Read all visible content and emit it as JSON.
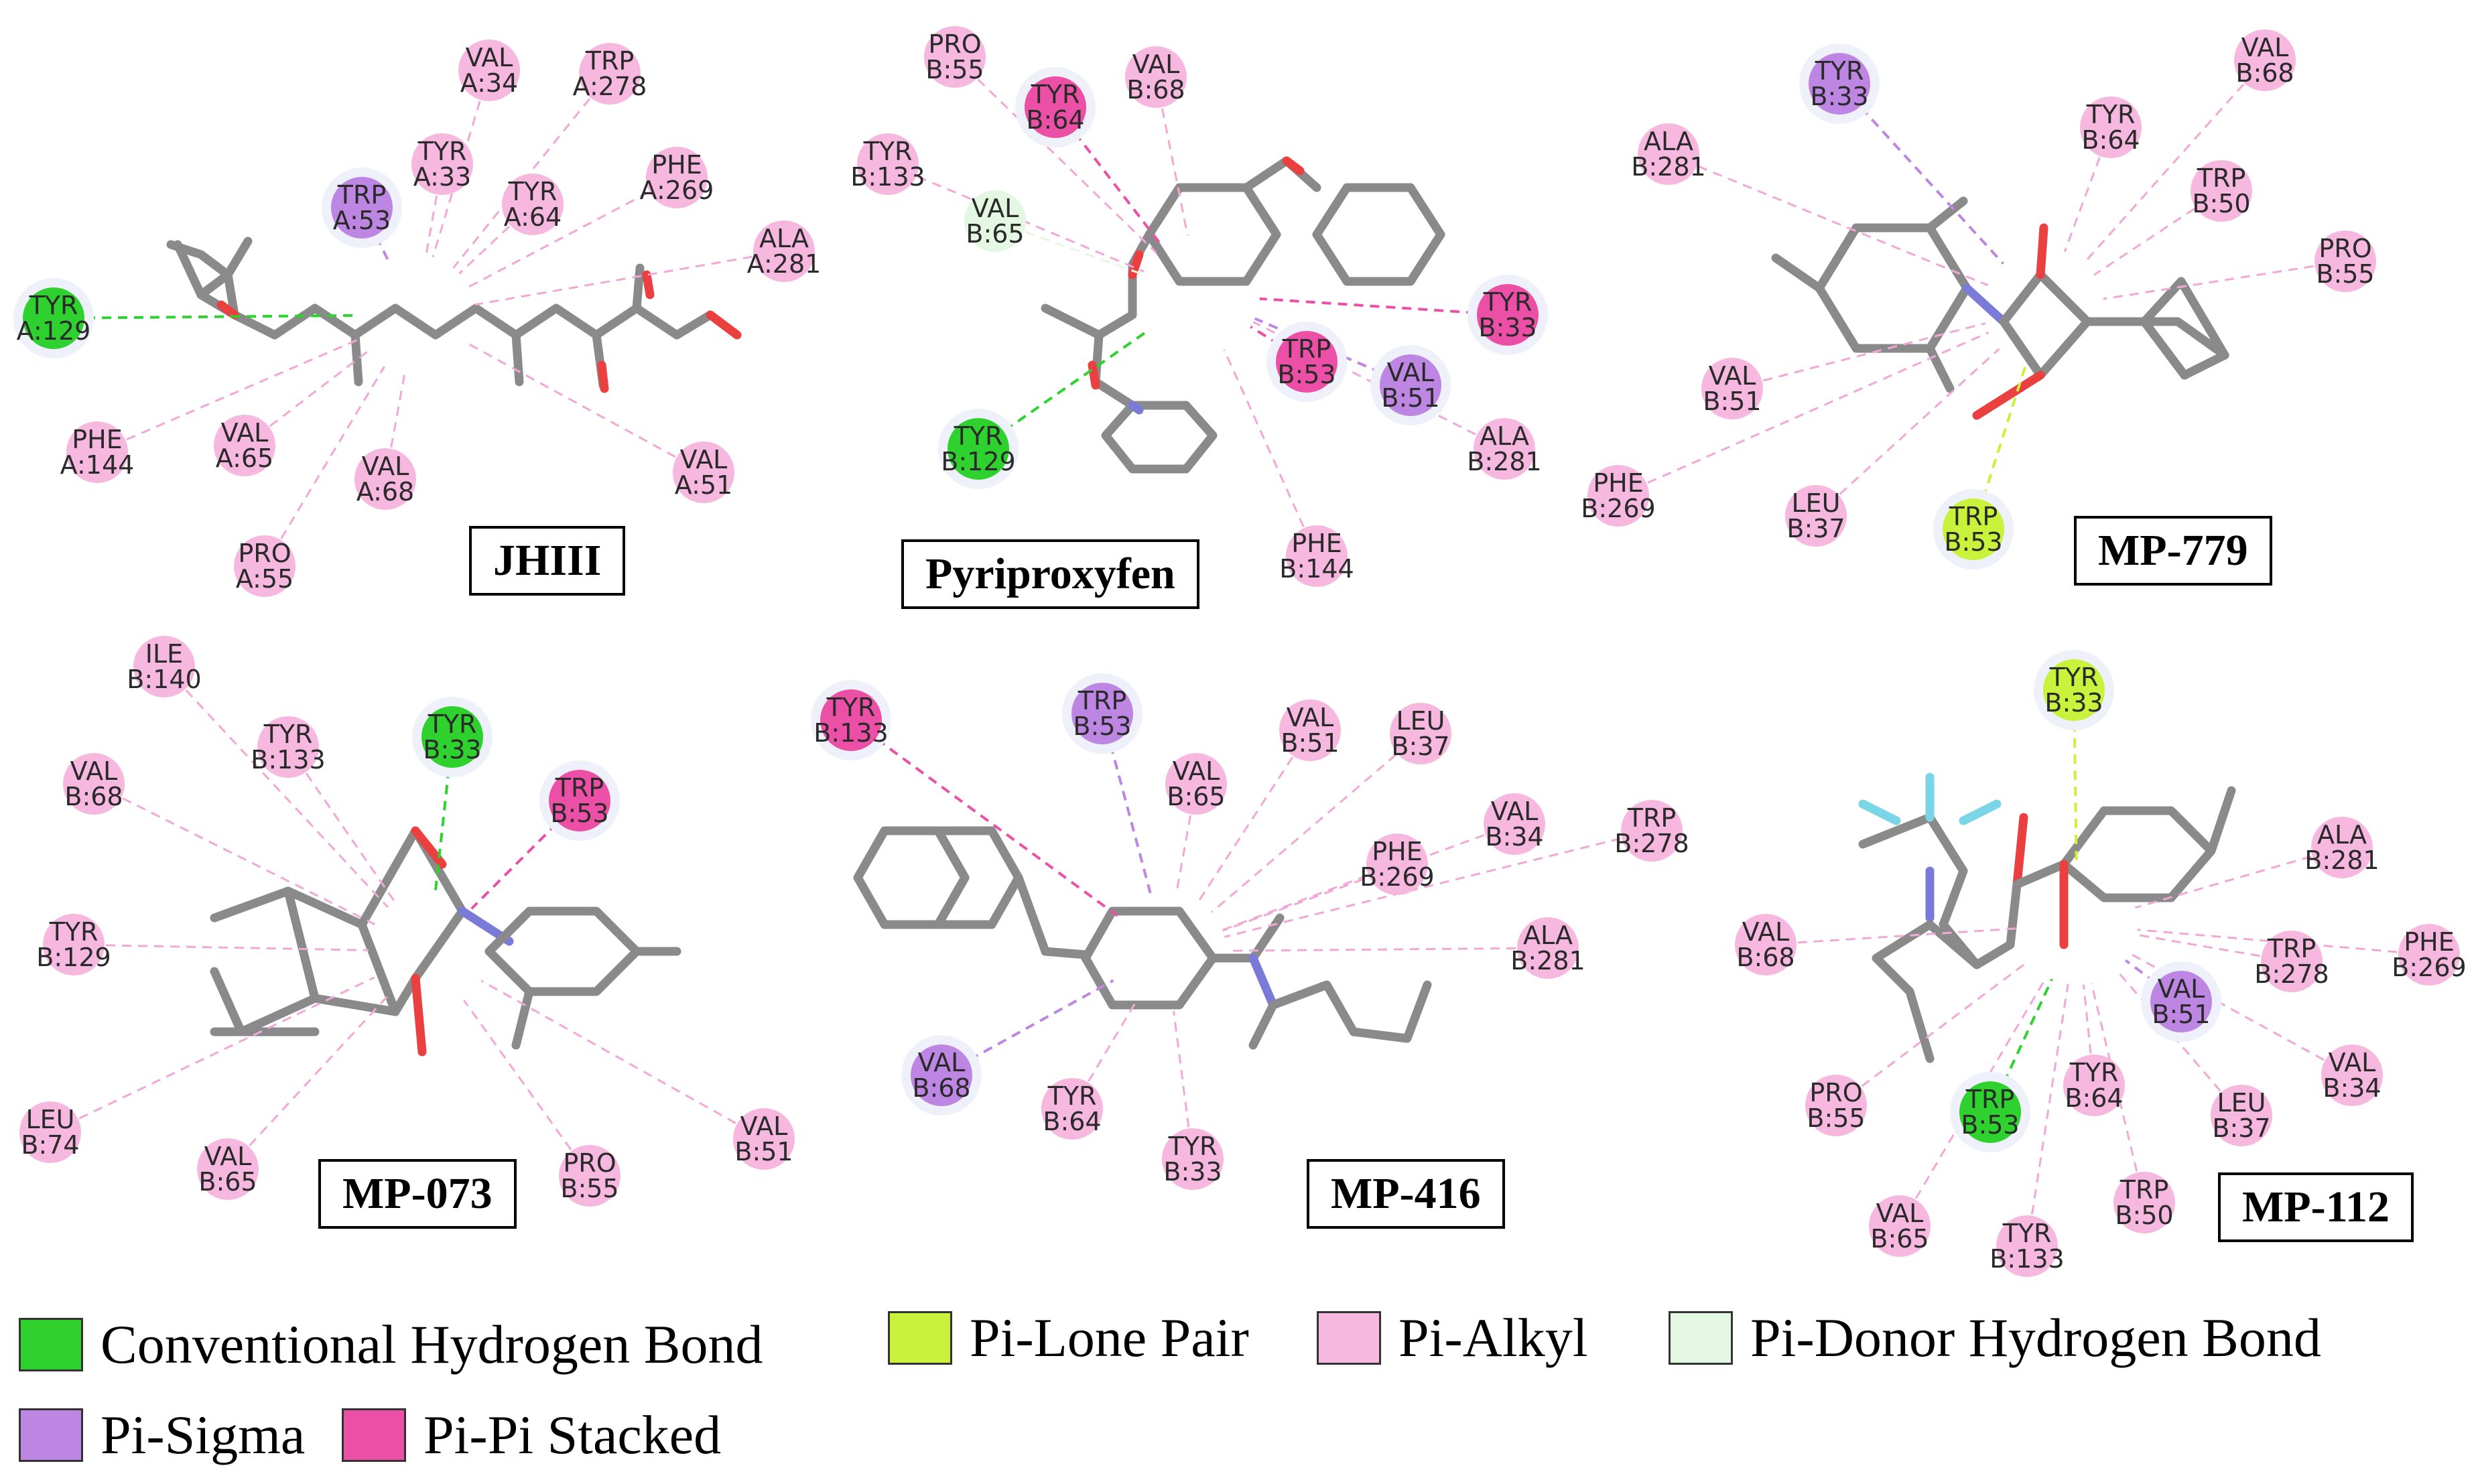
{
  "colors": {
    "Conventional Hydrogen Bond": "#2fd12f",
    "Pi-Lone Pair": "#c8f23c",
    "Pi-Alkyl": "#f7b8e0",
    "Pi-Donor Hydrogen Bond": "#e3f7e3",
    "Pi-Sigma": "#be86e3",
    "Pi-Pi Stacked": "#ec4fa6"
  },
  "legend": [
    {
      "label": "Conventional Hydrogen Bond",
      "type": "Conventional Hydrogen Bond"
    },
    {
      "label": "Pi-Lone Pair",
      "type": "Pi-Lone Pair"
    },
    {
      "label": "Pi-Alkyl",
      "type": "Pi-Alkyl"
    },
    {
      "label": "Pi-Donor Hydrogen Bond",
      "type": "Pi-Donor Hydrogen Bond"
    },
    {
      "label": "Pi-Sigma",
      "type": "Pi-Sigma"
    },
    {
      "label": "Pi-Pi Stacked",
      "type": "Pi-Pi Stacked"
    }
  ],
  "panels": [
    {
      "compound": "JHIII",
      "residues": [
        {
          "name": "TYR",
          "id": "A:129",
          "type": "Conventional Hydrogen Bond"
        },
        {
          "name": "TRP",
          "id": "A:53",
          "type": "Pi-Sigma"
        },
        {
          "name": "TYR",
          "id": "A:33",
          "type": "Pi-Alkyl"
        },
        {
          "name": "VAL",
          "id": "A:34",
          "type": "Pi-Alkyl"
        },
        {
          "name": "TRP",
          "id": "A:278",
          "type": "Pi-Alkyl"
        },
        {
          "name": "TYR",
          "id": "A:64",
          "type": "Pi-Alkyl"
        },
        {
          "name": "PHE",
          "id": "A:269",
          "type": "Pi-Alkyl"
        },
        {
          "name": "ALA",
          "id": "A:281",
          "type": "Pi-Alkyl"
        },
        {
          "name": "PHE",
          "id": "A:144",
          "type": "Pi-Alkyl"
        },
        {
          "name": "VAL",
          "id": "A:65",
          "type": "Pi-Alkyl"
        },
        {
          "name": "VAL",
          "id": "A:68",
          "type": "Pi-Alkyl"
        },
        {
          "name": "PRO",
          "id": "A:55",
          "type": "Pi-Alkyl"
        },
        {
          "name": "VAL",
          "id": "A:51",
          "type": "Pi-Alkyl"
        }
      ]
    },
    {
      "compound": "Pyriproxyfen",
      "residues": [
        {
          "name": "PRO",
          "id": "B:55",
          "type": "Pi-Alkyl"
        },
        {
          "name": "VAL",
          "id": "B:68",
          "type": "Pi-Alkyl"
        },
        {
          "name": "TYR",
          "id": "B:64",
          "type": "Pi-Pi Stacked"
        },
        {
          "name": "TYR",
          "id": "B:133",
          "type": "Pi-Alkyl"
        },
        {
          "name": "VAL",
          "id": "B:65",
          "type": "Pi-Donor Hydrogen Bond"
        },
        {
          "name": "TRP",
          "id": "B:53",
          "type": "Pi-Pi Stacked"
        },
        {
          "name": "VAL",
          "id": "B:51",
          "type": "Pi-Sigma"
        },
        {
          "name": "TYR",
          "id": "B:33",
          "type": "Pi-Pi Stacked"
        },
        {
          "name": "ALA",
          "id": "B:281",
          "type": "Pi-Alkyl"
        },
        {
          "name": "TYR",
          "id": "B:129",
          "type": "Conventional Hydrogen Bond"
        },
        {
          "name": "PHE",
          "id": "B:144",
          "type": "Pi-Alkyl"
        }
      ]
    },
    {
      "compound": "MP-779",
      "residues": [
        {
          "name": "TYR",
          "id": "B:33",
          "type": "Pi-Sigma"
        },
        {
          "name": "VAL",
          "id": "B:68",
          "type": "Pi-Alkyl"
        },
        {
          "name": "ALA",
          "id": "B:281",
          "type": "Pi-Alkyl"
        },
        {
          "name": "TYR",
          "id": "B:64",
          "type": "Pi-Alkyl"
        },
        {
          "name": "TRP",
          "id": "B:50",
          "type": "Pi-Alkyl"
        },
        {
          "name": "PRO",
          "id": "B:55",
          "type": "Pi-Alkyl"
        },
        {
          "name": "VAL",
          "id": "B:51",
          "type": "Pi-Alkyl"
        },
        {
          "name": "PHE",
          "id": "B:269",
          "type": "Pi-Alkyl"
        },
        {
          "name": "LEU",
          "id": "B:37",
          "type": "Pi-Alkyl"
        },
        {
          "name": "TRP",
          "id": "B:53",
          "type": "Pi-Lone Pair"
        }
      ]
    },
    {
      "compound": "MP-073",
      "residues": [
        {
          "name": "ILE",
          "id": "B:140",
          "type": "Pi-Alkyl"
        },
        {
          "name": "TYR",
          "id": "B:133",
          "type": "Pi-Alkyl"
        },
        {
          "name": "TYR",
          "id": "B:33",
          "type": "Conventional Hydrogen Bond"
        },
        {
          "name": "TRP",
          "id": "B:53",
          "type": "Pi-Pi Stacked"
        },
        {
          "name": "VAL",
          "id": "B:68",
          "type": "Pi-Alkyl"
        },
        {
          "name": "TYR",
          "id": "B:129",
          "type": "Pi-Alkyl"
        },
        {
          "name": "LEU",
          "id": "B:74",
          "type": "Pi-Alkyl"
        },
        {
          "name": "VAL",
          "id": "B:65",
          "type": "Pi-Alkyl"
        },
        {
          "name": "PRO",
          "id": "B:55",
          "type": "Pi-Alkyl"
        },
        {
          "name": "VAL",
          "id": "B:51",
          "type": "Pi-Alkyl"
        }
      ]
    },
    {
      "compound": "MP-416",
      "residues": [
        {
          "name": "TYR",
          "id": "B:133",
          "type": "Pi-Pi Stacked"
        },
        {
          "name": "TRP",
          "id": "B:53",
          "type": "Pi-Sigma"
        },
        {
          "name": "VAL",
          "id": "B:65",
          "type": "Pi-Alkyl"
        },
        {
          "name": "VAL",
          "id": "B:51",
          "type": "Pi-Alkyl"
        },
        {
          "name": "LEU",
          "id": "B:37",
          "type": "Pi-Alkyl"
        },
        {
          "name": "PHE",
          "id": "B:269",
          "type": "Pi-Alkyl"
        },
        {
          "name": "VAL",
          "id": "B:34",
          "type": "Pi-Alkyl"
        },
        {
          "name": "TRP",
          "id": "B:278",
          "type": "Pi-Alkyl"
        },
        {
          "name": "ALA",
          "id": "B:281",
          "type": "Pi-Alkyl"
        },
        {
          "name": "VAL",
          "id": "B:68",
          "type": "Pi-Sigma"
        },
        {
          "name": "TYR",
          "id": "B:64",
          "type": "Pi-Alkyl"
        },
        {
          "name": "TYR",
          "id": "B:33",
          "type": "Pi-Alkyl"
        }
      ]
    },
    {
      "compound": "MP-112",
      "residues": [
        {
          "name": "TYR",
          "id": "B:33",
          "type": "Pi-Lone Pair"
        },
        {
          "name": "ALA",
          "id": "B:281",
          "type": "Pi-Alkyl"
        },
        {
          "name": "PHE",
          "id": "B:269",
          "type": "Pi-Alkyl"
        },
        {
          "name": "TRP",
          "id": "B:278",
          "type": "Pi-Alkyl"
        },
        {
          "name": "VAL",
          "id": "B:68",
          "type": "Pi-Alkyl"
        },
        {
          "name": "VAL",
          "id": "B:51",
          "type": "Pi-Sigma"
        },
        {
          "name": "VAL",
          "id": "B:34",
          "type": "Pi-Alkyl"
        },
        {
          "name": "PRO",
          "id": "B:55",
          "type": "Pi-Alkyl"
        },
        {
          "name": "TRP",
          "id": "B:53",
          "type": "Conventional Hydrogen Bond"
        },
        {
          "name": "TYR",
          "id": "B:64",
          "type": "Pi-Alkyl"
        },
        {
          "name": "LEU",
          "id": "B:37",
          "type": "Pi-Alkyl"
        },
        {
          "name": "TRP",
          "id": "B:50",
          "type": "Pi-Alkyl"
        },
        {
          "name": "VAL",
          "id": "B:65",
          "type": "Pi-Alkyl"
        },
        {
          "name": "TYR",
          "id": "B:133",
          "type": "Pi-Alkyl"
        }
      ]
    }
  ]
}
